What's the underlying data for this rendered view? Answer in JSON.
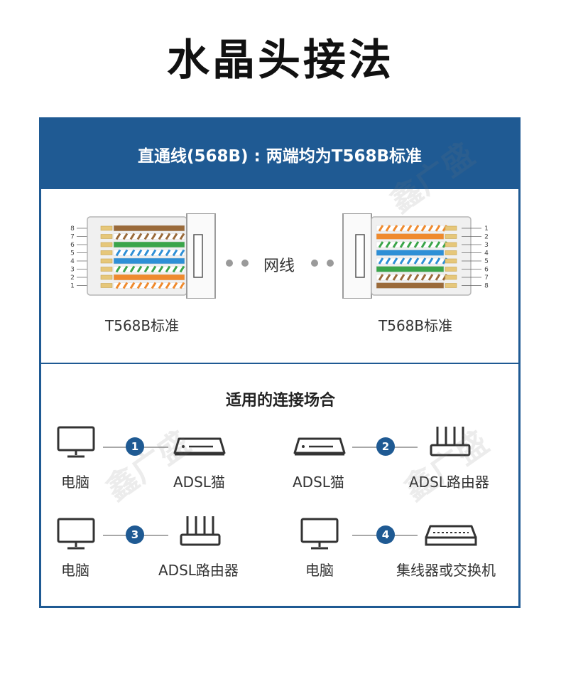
{
  "title": "水晶头接法",
  "banner": "直通线(568B) : 两端均为T568B标准",
  "plug_left": {
    "label": "T568B标准",
    "pin_numbers": [
      "8",
      "7",
      "6",
      "5",
      "4",
      "3",
      "2",
      "1"
    ]
  },
  "plug_right": {
    "label": "T568B标准",
    "pin_numbers": [
      "1",
      "2",
      "3",
      "4",
      "5",
      "6",
      "7",
      "8"
    ]
  },
  "cable_label": "网线",
  "usage_title": "适用的连接场合",
  "connections": [
    {
      "badge": "1",
      "left": "电脑",
      "right": "ADSL猫"
    },
    {
      "badge": "2",
      "left": "ADSL猫",
      "right": "ADSL路由器"
    },
    {
      "badge": "3",
      "left": "电脑",
      "right": "ADSL路由器"
    },
    {
      "badge": "4",
      "left": "电脑",
      "right": "集线器或交换机"
    }
  ],
  "watermark_text": "鑫广盛",
  "colors": {
    "accent": "#1f5a93",
    "wire_orange": "#ef8a2e",
    "wire_green": "#3aa54a",
    "wire_blue": "#2e8fd6",
    "wire_brown": "#9a6a3a"
  }
}
